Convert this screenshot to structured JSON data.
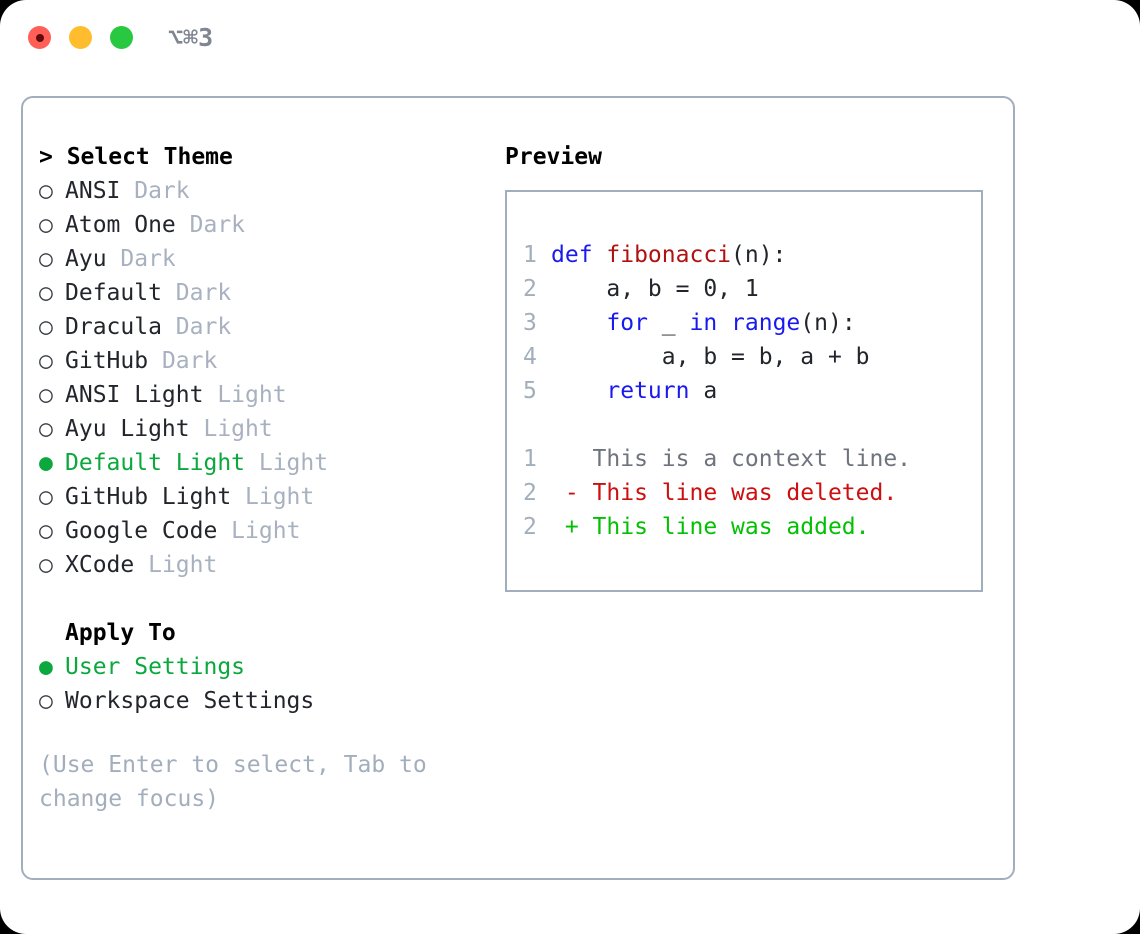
{
  "titlebar": {
    "shortcut": "⌥⌘3",
    "lights": [
      "close-red",
      "minimize-yellow",
      "maximize-green"
    ]
  },
  "left": {
    "header": "> Select Theme",
    "markers": {
      "selected": "●",
      "unselected": "○"
    },
    "themes": [
      {
        "name": "ANSI",
        "category": "Dark",
        "selected": false
      },
      {
        "name": "Atom One",
        "category": "Dark",
        "selected": false
      },
      {
        "name": "Ayu",
        "category": "Dark",
        "selected": false
      },
      {
        "name": "Default",
        "category": "Dark",
        "selected": false
      },
      {
        "name": "Dracula",
        "category": "Dark",
        "selected": false
      },
      {
        "name": "GitHub",
        "category": "Dark",
        "selected": false
      },
      {
        "name": "ANSI Light",
        "category": "Light",
        "selected": false
      },
      {
        "name": "Ayu Light",
        "category": "Light",
        "selected": false
      },
      {
        "name": "Default Light",
        "category": "Light",
        "selected": true
      },
      {
        "name": "GitHub Light",
        "category": "Light",
        "selected": false
      },
      {
        "name": "Google Code",
        "category": "Light",
        "selected": false
      },
      {
        "name": "XCode",
        "category": "Light",
        "selected": false
      }
    ],
    "apply_to_header": "Apply To",
    "apply_options": [
      {
        "name": "User Settings",
        "selected": true
      },
      {
        "name": "Workspace Settings",
        "selected": false
      }
    ],
    "hint": "(Use Enter to select, Tab to change focus)"
  },
  "right": {
    "preview_title": "Preview",
    "code": [
      {
        "lineno": "1",
        "parts": [
          {
            "text": "def ",
            "kind": "kw"
          },
          {
            "text": "fibonacci",
            "kind": "fn"
          },
          {
            "text": "(n):",
            "kind": "plain"
          }
        ]
      },
      {
        "lineno": "2",
        "parts": [
          {
            "text": "    a, b = 0, 1",
            "kind": "plain"
          }
        ]
      },
      {
        "lineno": "3",
        "parts": [
          {
            "text": "    ",
            "kind": "plain"
          },
          {
            "text": "for",
            "kind": "kw"
          },
          {
            "text": " _ ",
            "kind": "plain"
          },
          {
            "text": "in",
            "kind": "kw"
          },
          {
            "text": " ",
            "kind": "plain"
          },
          {
            "text": "range",
            "kind": "kw"
          },
          {
            "text": "(n):",
            "kind": "plain"
          }
        ]
      },
      {
        "lineno": "4",
        "parts": [
          {
            "text": "        a, b = b, a + b",
            "kind": "plain"
          }
        ]
      },
      {
        "lineno": "5",
        "parts": [
          {
            "text": "    ",
            "kind": "plain"
          },
          {
            "text": "return",
            "kind": "kw"
          },
          {
            "text": " a",
            "kind": "plain"
          }
        ]
      }
    ],
    "diff": [
      {
        "lineno": "1",
        "sign": "  ",
        "text": "This is a context line.",
        "kind": "ctx"
      },
      {
        "lineno": "2",
        "sign": "- ",
        "text": "This line was deleted.",
        "kind": "del"
      },
      {
        "lineno": "2",
        "sign": "+ ",
        "text": "This line was added.",
        "kind": "add"
      }
    ]
  },
  "colors": {
    "accent_green": "#0aa83d",
    "keyword_blue": "#1a1aee",
    "function_red": "#b01212",
    "diff_delete": "#cc0f0f",
    "diff_add": "#04c004",
    "muted_gray": "#a8b1c0",
    "border": "#a3aebd"
  }
}
